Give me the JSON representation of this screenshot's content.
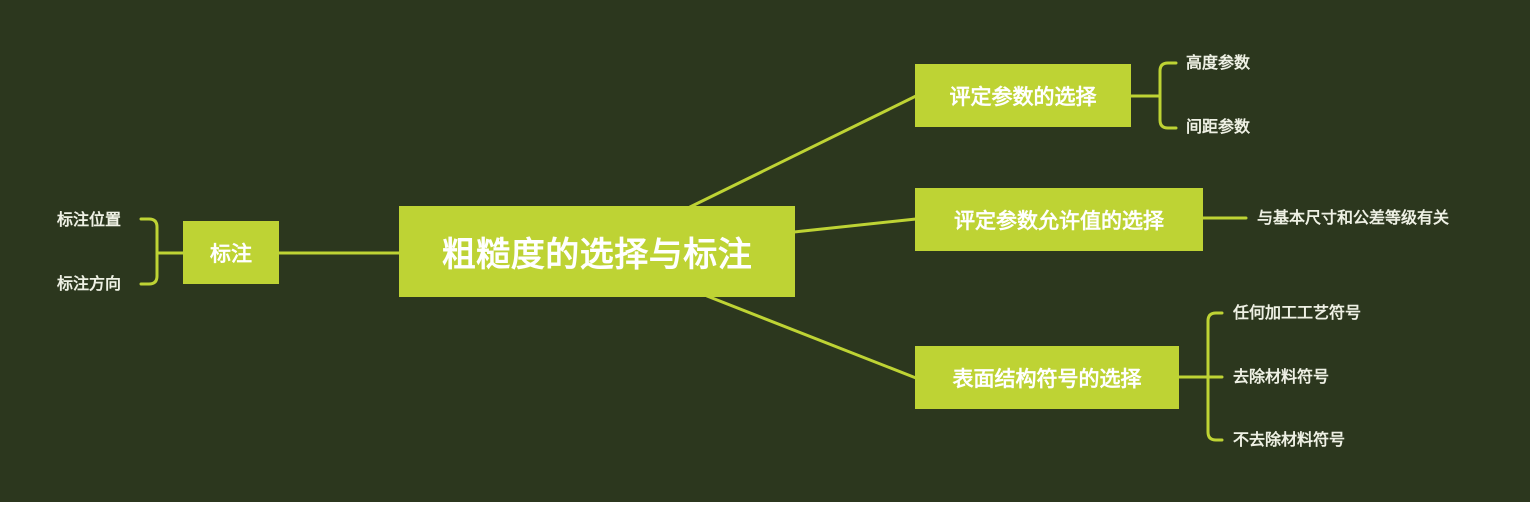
{
  "mindmap": {
    "colors": {
      "background": "#2c371e",
      "node_fill": "#bed334",
      "connector": "#bed334",
      "node_text": "#ffffff",
      "leaf_text": "#eef0e4"
    },
    "root": {
      "label": "粗糙度的选择与标注"
    },
    "branches": {
      "eval_params": {
        "label": "评定参数的选择",
        "children": [
          "高度参数",
          "间距参数"
        ]
      },
      "eval_allowed": {
        "label": "评定参数允许值的选择",
        "children": [
          "与基本尺寸和公差等级有关"
        ]
      },
      "surface_symbols": {
        "label": "表面结构符号的选择",
        "children": [
          "任何加工工艺符号",
          "去除材料符号",
          "不去除材料符号"
        ]
      },
      "annotation": {
        "label": "标注",
        "children": [
          "标注位置",
          "标注方向"
        ]
      }
    }
  }
}
